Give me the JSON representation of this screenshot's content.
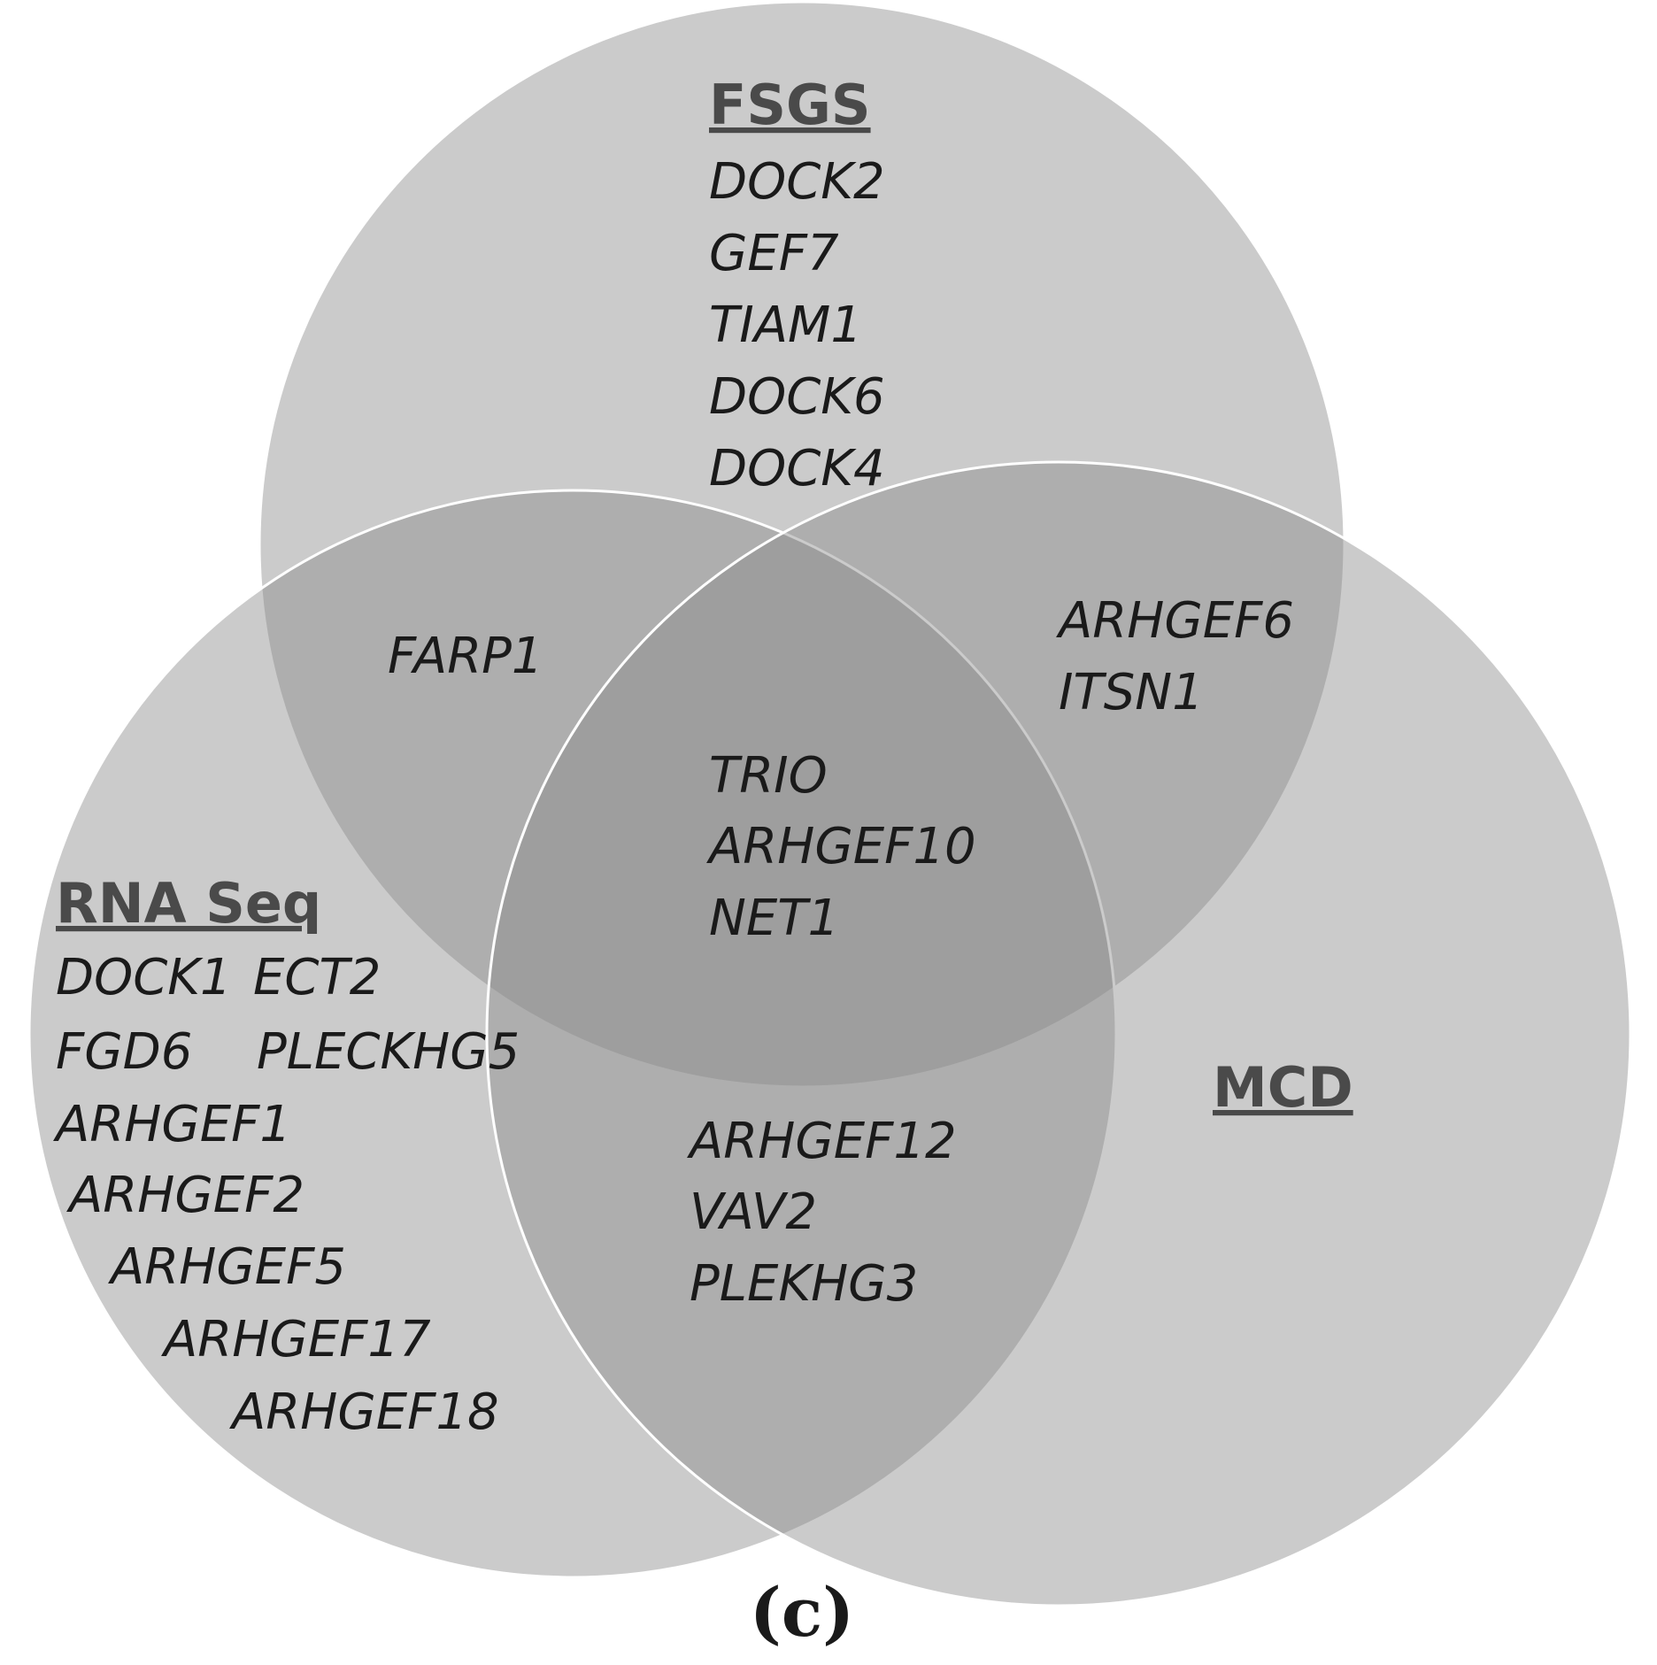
{
  "sets": {
    "fsgs": {
      "title": "FSGS",
      "genes": [
        "DOCK2",
        "GEF7",
        "TIAM1",
        "DOCK6",
        "DOCK4"
      ]
    },
    "rna_seq": {
      "title": "RNA Seq",
      "genes_col1": [
        "DOCK1",
        "FGD6"
      ],
      "genes_col2": [
        "ECT2",
        "PLECKHG5"
      ],
      "genes_diag": [
        "ARHGEF1",
        "ARHGEF2",
        "ARHGEF5",
        "ARHGEF17",
        "ARHGEF18"
      ]
    },
    "mcd": {
      "title": "MCD",
      "genes": []
    }
  },
  "intersections": {
    "fsgs_rna": [
      "FARP1"
    ],
    "fsgs_mcd": [
      "ARHGEF6",
      "ITSN1"
    ],
    "rna_mcd": [
      "ARHGEF12",
      "VAV2",
      "PLEKHG3"
    ],
    "all": [
      "TRIO",
      "ARHGEF10",
      "NET1"
    ]
  },
  "panel_label": "(c)",
  "colors": {
    "circle_fill": "#8c8c8c",
    "background": "#ffffff"
  }
}
